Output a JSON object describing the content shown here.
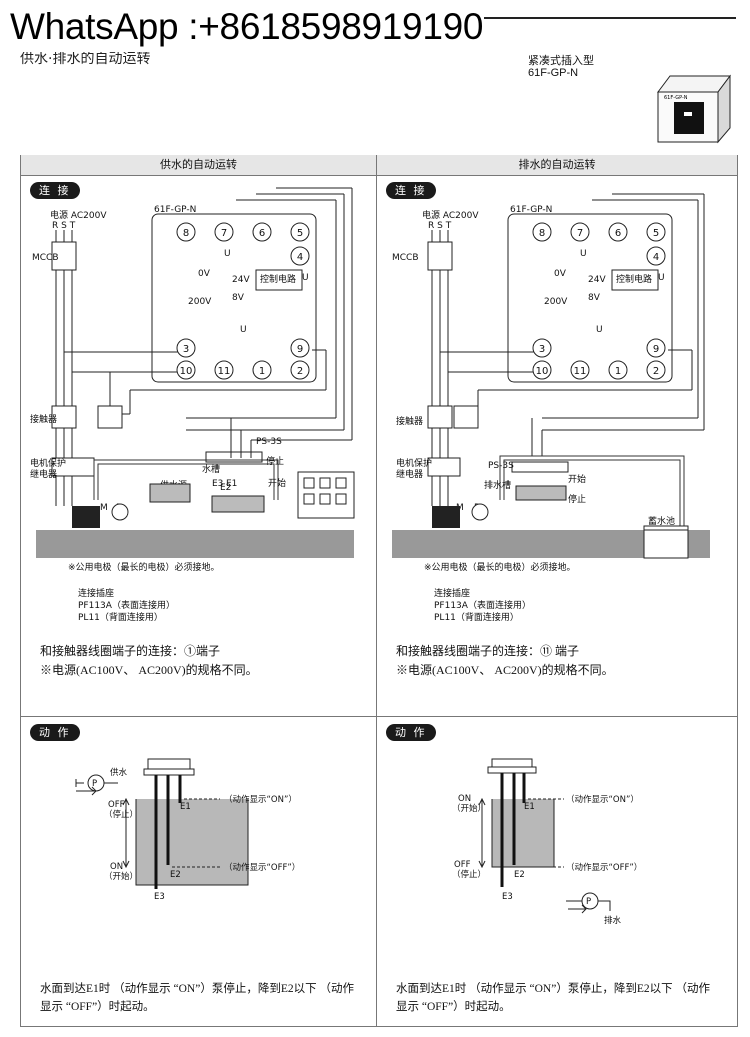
{
  "watermark": {
    "text": "WhatsApp :+8618598919190"
  },
  "page": {
    "partial_title": "供水·排水的自动运转"
  },
  "product": {
    "type_label": "紧凑式插入型",
    "model": "61F-GP-N",
    "device_label": "61F-GP-N"
  },
  "columns": {
    "left": {
      "header": "供水的自动运转"
    },
    "right": {
      "header": "排水的自动运转"
    }
  },
  "sections": {
    "connection": "连 接",
    "operation": "动 作"
  },
  "wiring": {
    "power": "电源 AC200V",
    "rst": "R  S  T",
    "mccb": "MCCB",
    "contactor": "接触器",
    "motor_protect_1": "电机保护",
    "motor_protect_2": "继电器",
    "model": "61F-GP-N",
    "terminals": [
      "8",
      "7",
      "6",
      "5",
      "4",
      "3",
      "10",
      "11",
      "1",
      "9",
      "2"
    ],
    "control_circuit": "控制电路",
    "v0": "0V",
    "v24": "24V",
    "v8": "8V",
    "v200": "200V",
    "u": "U",
    "ps3s": "PS-3S",
    "m": "M",
    "p": "P",
    "e1": "E1",
    "e2": "E2",
    "e3": "E3",
    "left_source": "供水源",
    "left_tank": "水槽",
    "right_tank": "排水槽",
    "right_pool": "蓄水池",
    "stop": "停止",
    "start": "开始",
    "ground_note": "※公用电极（最长的电极）必须接地。",
    "socket_title": "连接插座",
    "socket_1": "PF113A（表面连接用）",
    "socket_2": "PL11（背面连接用）"
  },
  "notes": {
    "left_coil": "和接触器线圈端子的连接：①端子",
    "right_coil": "和接触器线圈端子的连接：⑪ 端子",
    "power_spec": "※电源(AC100V、 AC200V)的规格不同。"
  },
  "operation": {
    "supply": "供水",
    "drain": "排水",
    "off": "OFF",
    "on": "ON",
    "stop": "（停止）",
    "start": "（开始）",
    "disp_on": "（动作显示“ON”）",
    "disp_off": "（动作显示“OFF”）",
    "left_desc": "水面到达E1时 （动作显示 “ON”）泵停止，降到E2以下 （动作显示 “OFF”）时起动。",
    "right_desc": "水面到达E1时 （动作显示 “ON”）泵停止，降到E2以下 （动作显示 “OFF”）时起动。"
  }
}
